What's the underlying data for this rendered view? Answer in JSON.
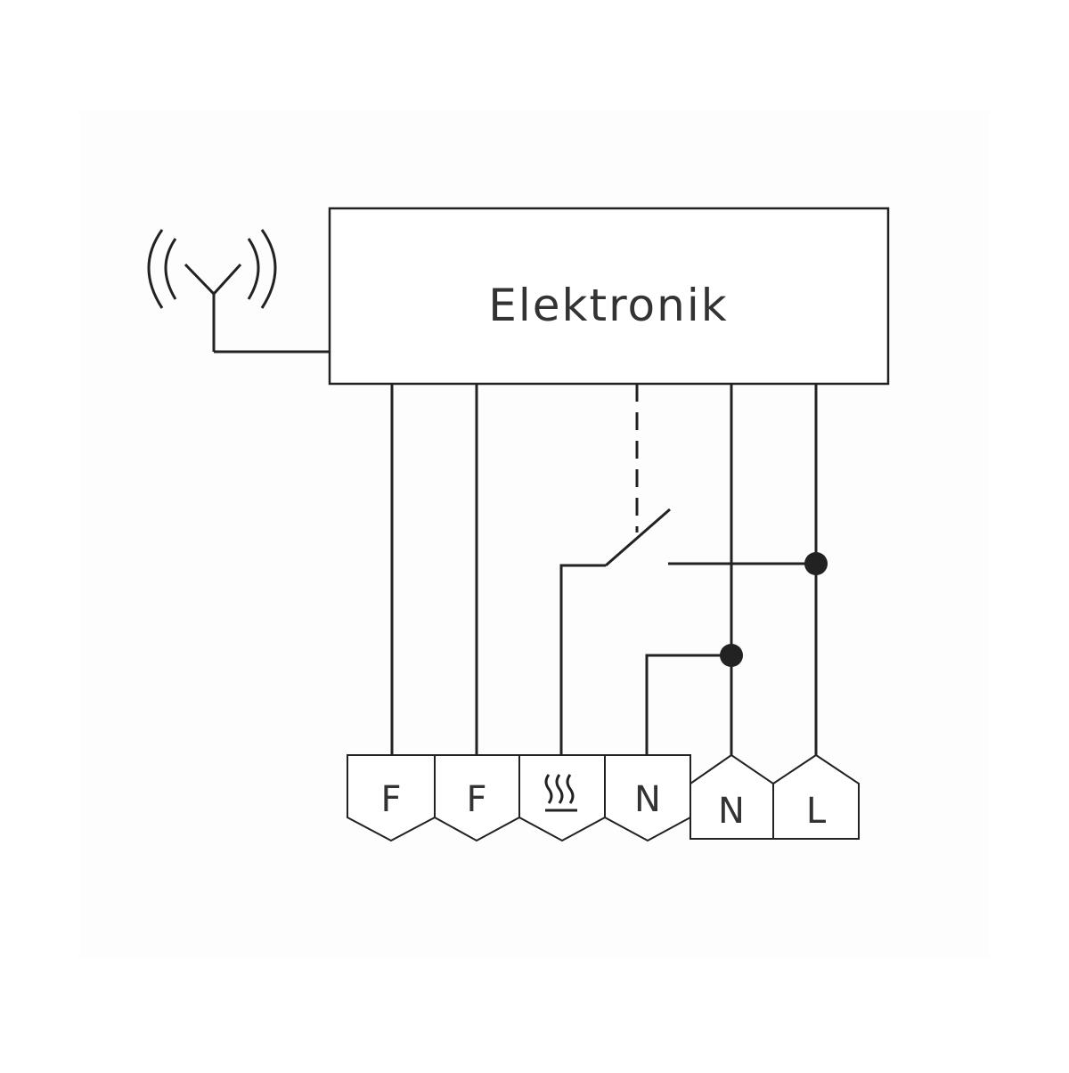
{
  "diagram": {
    "module_label": "Elektronik",
    "terminals": [
      {
        "label": "F",
        "kind": "sensor"
      },
      {
        "label": "F",
        "kind": "sensor"
      },
      {
        "label": "",
        "kind": "heating",
        "icon": "heating-symbol-icon"
      },
      {
        "label": "N",
        "kind": "neutral-out"
      },
      {
        "label": "N",
        "kind": "neutral-in"
      },
      {
        "label": "L",
        "kind": "live-in"
      }
    ],
    "icons": [
      "antenna-icon",
      "radio-waves-icon",
      "switch-contact-icon",
      "heating-symbol-icon",
      "junction-dot-icon"
    ],
    "colors": {
      "line": "#222222",
      "background": "#ffffff",
      "panel": "#fdfdfd",
      "text": "#333333"
    }
  }
}
